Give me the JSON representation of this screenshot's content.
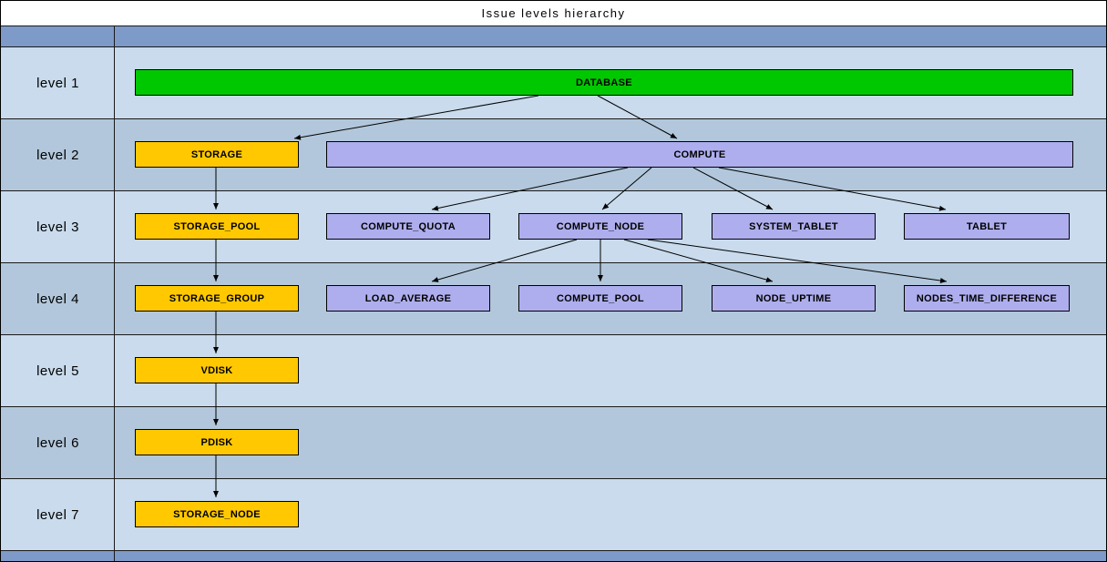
{
  "title": "Issue levels hierarchy",
  "levels": [
    {
      "label": "level 1"
    },
    {
      "label": "level 2"
    },
    {
      "label": "level 3"
    },
    {
      "label": "level 4"
    },
    {
      "label": "level 5"
    },
    {
      "label": "level 6"
    },
    {
      "label": "level 7"
    }
  ],
  "colors": {
    "header_band": "#7d9ac8",
    "row_light": "#c9dbec",
    "row_dark": "#b2c7db",
    "database_green": "#00c800",
    "storage_gold": "#ffc800",
    "compute_lavender": "#aeaeee"
  },
  "nodes": {
    "database": {
      "label": "DATABASE",
      "level": 1,
      "color": "#00c800"
    },
    "storage": {
      "label": "STORAGE",
      "level": 2,
      "color": "#ffc800"
    },
    "compute": {
      "label": "COMPUTE",
      "level": 2,
      "color": "#aeaeee"
    },
    "storage_pool": {
      "label": "STORAGE_POOL",
      "level": 3,
      "color": "#ffc800"
    },
    "compute_quota": {
      "label": "COMPUTE_QUOTA",
      "level": 3,
      "color": "#aeaeee"
    },
    "compute_node": {
      "label": "COMPUTE_NODE",
      "level": 3,
      "color": "#aeaeee"
    },
    "system_tablet": {
      "label": "SYSTEM_TABLET",
      "level": 3,
      "color": "#aeaeee"
    },
    "tablet": {
      "label": "TABLET",
      "level": 3,
      "color": "#aeaeee"
    },
    "storage_group": {
      "label": "STORAGE_GROUP",
      "level": 4,
      "color": "#ffc800"
    },
    "load_average": {
      "label": "LOAD_AVERAGE",
      "level": 4,
      "color": "#aeaeee"
    },
    "compute_pool": {
      "label": "COMPUTE_POOL",
      "level": 4,
      "color": "#aeaeee"
    },
    "node_uptime": {
      "label": "NODE_UPTIME",
      "level": 4,
      "color": "#aeaeee"
    },
    "nodes_time_difference": {
      "label": "NODES_TIME_DIFFERENCE",
      "level": 4,
      "color": "#aeaeee"
    },
    "vdisk": {
      "label": "VDISK",
      "level": 5,
      "color": "#ffc800"
    },
    "pdisk": {
      "label": "PDISK",
      "level": 6,
      "color": "#ffc800"
    },
    "storage_node": {
      "label": "STORAGE_NODE",
      "level": 7,
      "color": "#ffc800"
    }
  },
  "edges": [
    {
      "from": "database",
      "to": "storage"
    },
    {
      "from": "database",
      "to": "compute"
    },
    {
      "from": "storage",
      "to": "storage_pool"
    },
    {
      "from": "compute",
      "to": "compute_quota"
    },
    {
      "from": "compute",
      "to": "compute_node"
    },
    {
      "from": "compute",
      "to": "system_tablet"
    },
    {
      "from": "compute",
      "to": "tablet"
    },
    {
      "from": "storage_pool",
      "to": "storage_group"
    },
    {
      "from": "compute_node",
      "to": "load_average"
    },
    {
      "from": "compute_node",
      "to": "compute_pool"
    },
    {
      "from": "compute_node",
      "to": "node_uptime"
    },
    {
      "from": "compute_node",
      "to": "nodes_time_difference"
    },
    {
      "from": "storage_group",
      "to": "vdisk"
    },
    {
      "from": "vdisk",
      "to": "pdisk"
    },
    {
      "from": "pdisk",
      "to": "storage_node"
    }
  ]
}
